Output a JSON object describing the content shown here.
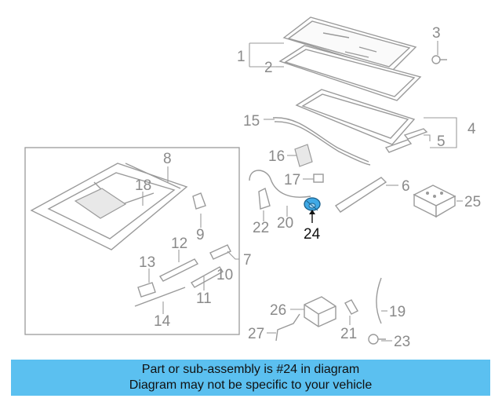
{
  "diagram": {
    "highlight_color": "#3fa9e6",
    "labels": [
      "1",
      "2",
      "3",
      "4",
      "5",
      "6",
      "7",
      "8",
      "9",
      "10",
      "11",
      "12",
      "13",
      "14",
      "15",
      "16",
      "17",
      "18",
      "19",
      "20",
      "21",
      "22",
      "23",
      "24",
      "25",
      "26",
      "27"
    ],
    "highlighted_label": "24"
  },
  "banner": {
    "background": "#5bc0f0",
    "line1": "Part or sub-assembly is #24 in diagram",
    "line2": "Diagram may not be specific to your vehicle"
  }
}
